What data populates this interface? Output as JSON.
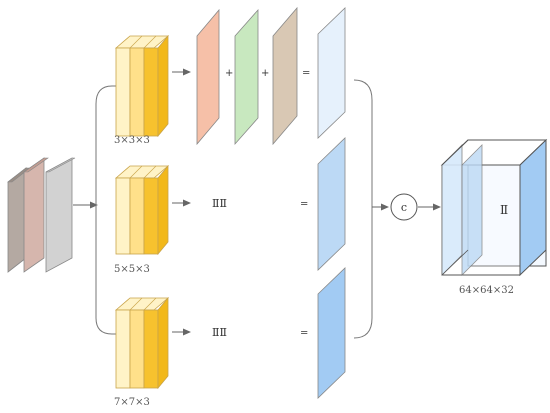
{
  "colors": {
    "yellow_face": "#ffe08a",
    "yellow_light": "#fff3c7",
    "yellow_dark": "#f7c22e",
    "salmon": "#f6c0a8",
    "green": "#c8e8bf",
    "tan": "#d9c8b4",
    "blue_pale": "#e6f1fc",
    "blue_mid": "#bcd9f5",
    "blue_strong": "#a2cbf3",
    "gray_dark": "#b4a9a2",
    "gray_rose": "#d6b6ad",
    "gray_light": "#d2d2d2",
    "line": "#777777"
  },
  "branches": {
    "top_kernel": "3×3×3",
    "mid_kernel": "5×5×3",
    "bot_kernel": "7×7×3"
  },
  "symbols": {
    "plus": "+",
    "equals": "=",
    "pause": "ⅡⅡ",
    "concat": "c",
    "cube_mark": "Ⅱ"
  },
  "output": {
    "size_label": "64×64×32"
  }
}
